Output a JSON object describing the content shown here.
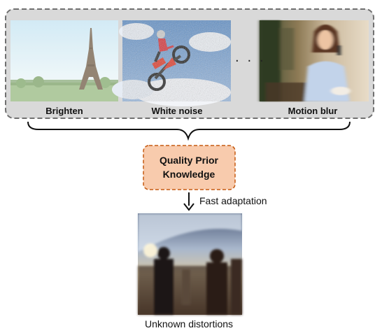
{
  "examples": [
    {
      "label": "Brighten",
      "scene": "eiffel-tower-photo"
    },
    {
      "label": "White noise",
      "scene": "motocross-jump-photo"
    },
    {
      "label": "Motion blur",
      "scene": "woman-on-phone-photo"
    }
  ],
  "ellipsis": "· · ·",
  "prior_box": {
    "line1": "Quality Prior",
    "line2": "Knowledge"
  },
  "arrow_label": "Fast adaptation",
  "target": {
    "label": "Unknown distortions",
    "scene": "blurry-concert-photo"
  },
  "colors": {
    "panel_fill": "#d9d9d9",
    "panel_border": "#707070",
    "box_fill": "#f8cbad",
    "box_border": "#c55a11"
  }
}
